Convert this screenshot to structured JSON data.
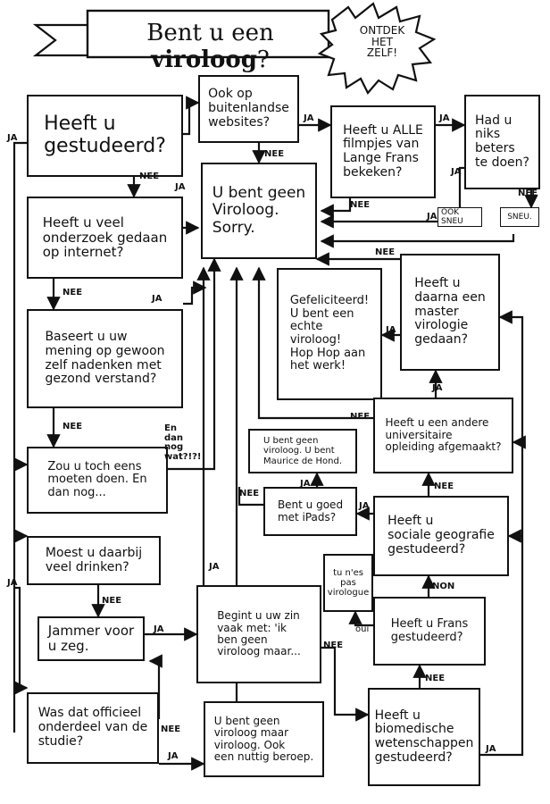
{
  "title": {
    "pre": "Bent u een ",
    "strong": "viroloog",
    "post": "?"
  },
  "burst": "ONTDEK\nHET\nZELF!",
  "nodes": {
    "gestudeerd": "Heeft u\ngestudeerd?",
    "internet": "Heeft u veel\nonderzoek gedaan\nop internet?",
    "baseert": "Baseert u uw\nmening op gewoon\nzelf nadenken met\ngezond verstand?",
    "zou": "Zou u toch eens\nmoeten doen. En\ndan nog...",
    "drinken": "Moest u daarbij\nveel drinken?",
    "jammer": "Jammer voor\nu zeg.",
    "officieel": "Was dat officieel\nonderdeel van de\nstudie?",
    "buitenlandse": "Ook op\nbuitenlandse\nwebsites?",
    "geen_viroloog": "U bent geen\nViroloog.\nSorry.",
    "filmpjes": "Heeft u ALLE\nfilmpjes van\nLange Frans\nbekeken?",
    "had_u": "Had u\nniks\nbeters\nte doen?",
    "gefeliciteerd": "Gefeliciteerd!\nU bent een\nechte\nviroloog!\nHop Hop aan\nhet werk!",
    "master": "Heeft u\ndaarna een\nmaster\nvirologie\ngedaan?",
    "andere": "Heeft u een andere\nuniversitaire\nopleiding afgemaakt?",
    "maurice": "U bent geen\nviroloog. U bent\nMaurice de Hond.",
    "ipads": "Bent u goed\nmet iPads?",
    "sociale": "Heeft u\nsociale geografie\ngestudeerd?",
    "tu_nes": "tu n'es\npas\nvirologue",
    "frans": "Heeft u Frans\ngestudeerd?",
    "begint": "Begint u uw zin\nvaak met: 'ik\nben geen\nviroloog maar...",
    "nuttig": "U bent geen\nviroloog maar\nviroloog. Ook\neen nuttig beroep.",
    "biomedische": "Heeft u\nbiomedische\nwetenschappen\ngestudeerd?"
  },
  "labels": {
    "ja": "JA",
    "nee": "NEE",
    "ook_sneu": "OOK SNEU",
    "sneu": "SNEU.",
    "en_dan_nog": "En\ndan\nnog\nwat?!?!",
    "non": "NON",
    "oui": "oui"
  }
}
